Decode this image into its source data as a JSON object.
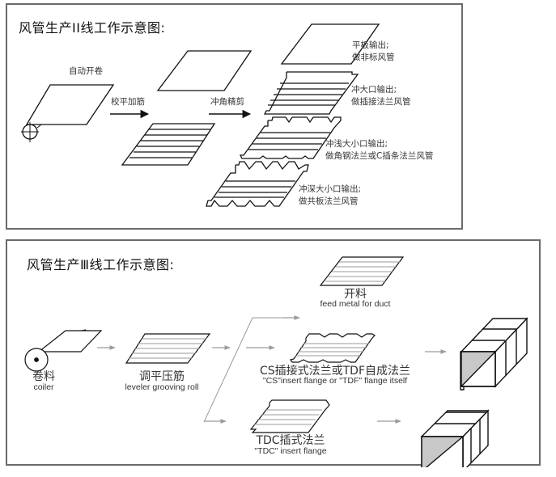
{
  "panel_line2": {
    "title": "风管生产II线工作示意图:",
    "steps": {
      "uncoil": "自动开卷",
      "level_bead": "校平加筋",
      "notch_shear": "冲角精剪"
    },
    "outputs": [
      {
        "line1": "平板输出;",
        "line2": "做非标风管"
      },
      {
        "line1": "冲大口输出;",
        "line2": "做插接法兰风管"
      },
      {
        "line1": "冲浅大小口输出;",
        "line2": "做角钢法兰或C插条法兰风管"
      },
      {
        "line1": "冲深大小口输出;",
        "line2": "做共板法兰风管"
      }
    ]
  },
  "panel_line3": {
    "title": "风管生产Ⅲ线工作示意图:",
    "stages": [
      {
        "cn": "卷料",
        "en": "coiler"
      },
      {
        "cn": "调平压筋",
        "en": "leveler grooving roll"
      }
    ],
    "branches": [
      {
        "cn": "开料",
        "en": "feed metal for duct"
      },
      {
        "cn": "CS插接式法兰或TDF自成法兰",
        "en": "\"CS\"insert flange or \"TDF\" flange itself"
      },
      {
        "cn": "TDC插式法兰",
        "en": "\"TDC\" insert flange"
      }
    ]
  },
  "colors": {
    "border": "#6a6a6a",
    "line": "#1a1a1a",
    "arrow_gray": "#9a9a9a",
    "shade": "#c8c8c8"
  }
}
